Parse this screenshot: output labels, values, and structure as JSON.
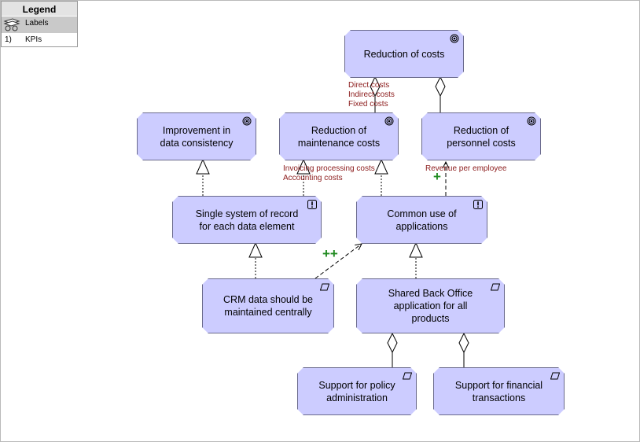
{
  "legend": {
    "title": "Legend",
    "row1_label": "Labels",
    "row2_number": "1)",
    "row2_label": "KPIs"
  },
  "colors": {
    "node_fill": "#ccccff",
    "node_border": "#6a6a8c",
    "kpi_text": "#8b1a1a",
    "influence_sign": "#1f8a1f"
  },
  "nodes": {
    "reduction_costs": {
      "label": "Reduction of costs",
      "icon": "goal-icon"
    },
    "improvement_consistency": {
      "label": "Improvement in\ndata consistency",
      "icon": "goal-icon"
    },
    "reduction_maintenance": {
      "label": "Reduction of\nmaintenance costs",
      "icon": "goal-icon"
    },
    "reduction_personnel": {
      "label": "Reduction of\npersonnel costs",
      "icon": "goal-icon"
    },
    "single_system": {
      "label": "Single system of record\nfor each data element",
      "icon": "requirement-icon"
    },
    "common_use": {
      "label": "Common use of\napplications",
      "icon": "requirement-icon"
    },
    "crm_data": {
      "label": "CRM data should be\nmaintained centrally",
      "icon": "principle-icon"
    },
    "shared_back_office": {
      "label": "Shared Back Office\napplication for all\nproducts",
      "icon": "principle-icon"
    },
    "support_policy": {
      "label": "Support for policy\nadministration",
      "icon": "principle-icon"
    },
    "support_financial": {
      "label": "Support for financial\ntransactions",
      "icon": "principle-icon"
    }
  },
  "kpis": {
    "reduction_costs": "Direct costs\nIndirect costs\nFixed costs",
    "reduction_maintenance": "Invoicing processing costs\nAccounting costs",
    "reduction_personnel": "Revenue per employee"
  },
  "influences": {
    "crm_to_common_use": "++",
    "common_use_to_personnel": "+"
  }
}
